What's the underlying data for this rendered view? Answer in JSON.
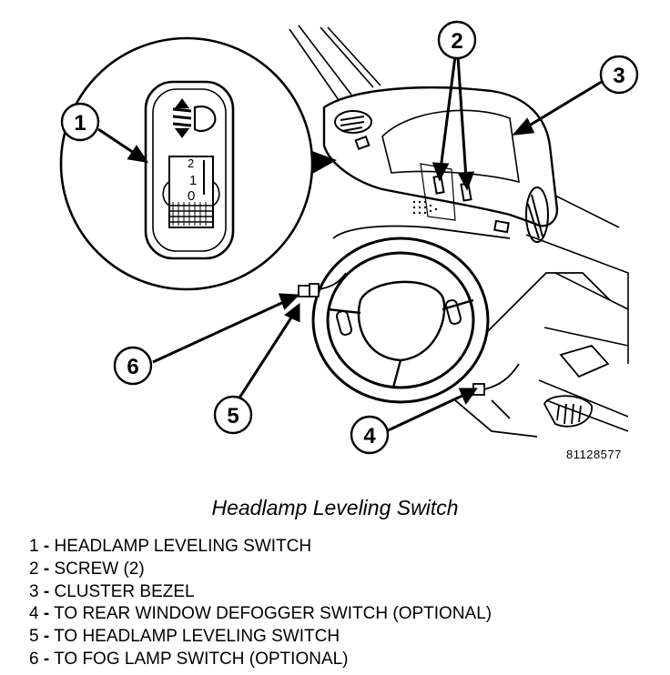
{
  "figure": {
    "id": "81128577",
    "caption": "Headlamp Leveling Switch",
    "callouts": [
      "1",
      "2",
      "3",
      "4",
      "5",
      "6"
    ],
    "inset_dial_digits": [
      "2",
      "1",
      "0"
    ]
  },
  "legend": [
    {
      "num": "1",
      "dash": "-",
      "text": "HEADLAMP LEVELING SWITCH"
    },
    {
      "num": "2",
      "dash": "-",
      "text": "SCREW (2)"
    },
    {
      "num": "3",
      "dash": "-",
      "text": "CLUSTER BEZEL"
    },
    {
      "num": "4",
      "dash": "-",
      "text": "TO REAR WINDOW DEFOGGER SWITCH (OPTIONAL)"
    },
    {
      "num": "5",
      "dash": "-",
      "text": "TO HEADLAMP LEVELING SWITCH"
    },
    {
      "num": "6",
      "dash": "-",
      "text": "TO FOG LAMP SWITCH (OPTIONAL)"
    }
  ]
}
